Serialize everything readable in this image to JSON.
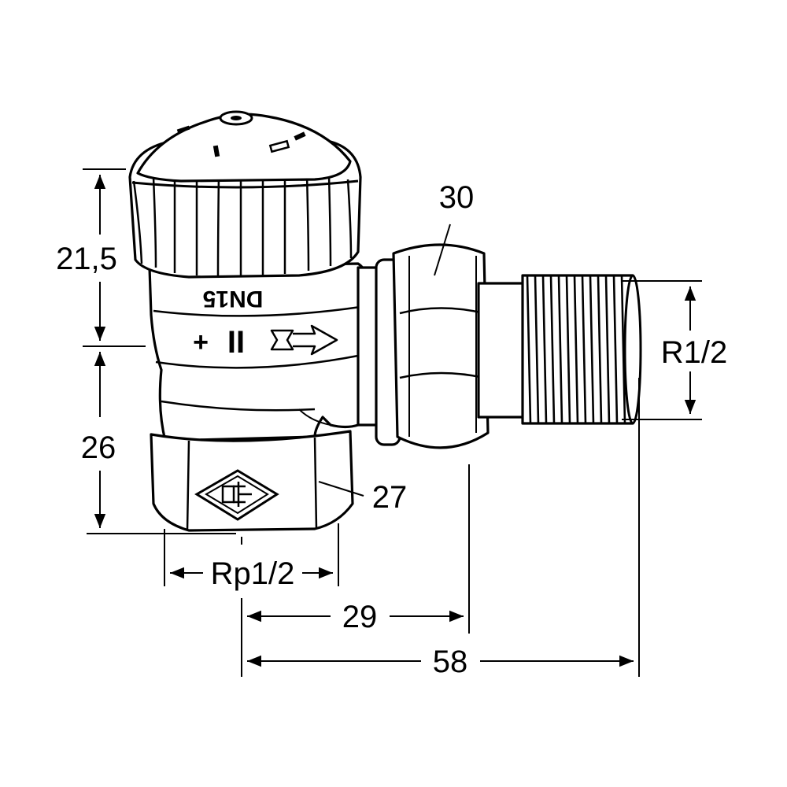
{
  "dimensions": {
    "height_upper": "21,5",
    "height_lower": "26",
    "nut_callout": "30",
    "hex_callout": "27",
    "inlet_thread": "Rp1/2",
    "outlet_thread": "R1/2",
    "offset_short": "29",
    "offset_long": "58"
  },
  "body_markings": {
    "nominal_size": "DN15",
    "setting_symbol": "II",
    "plus_sign": "+"
  }
}
